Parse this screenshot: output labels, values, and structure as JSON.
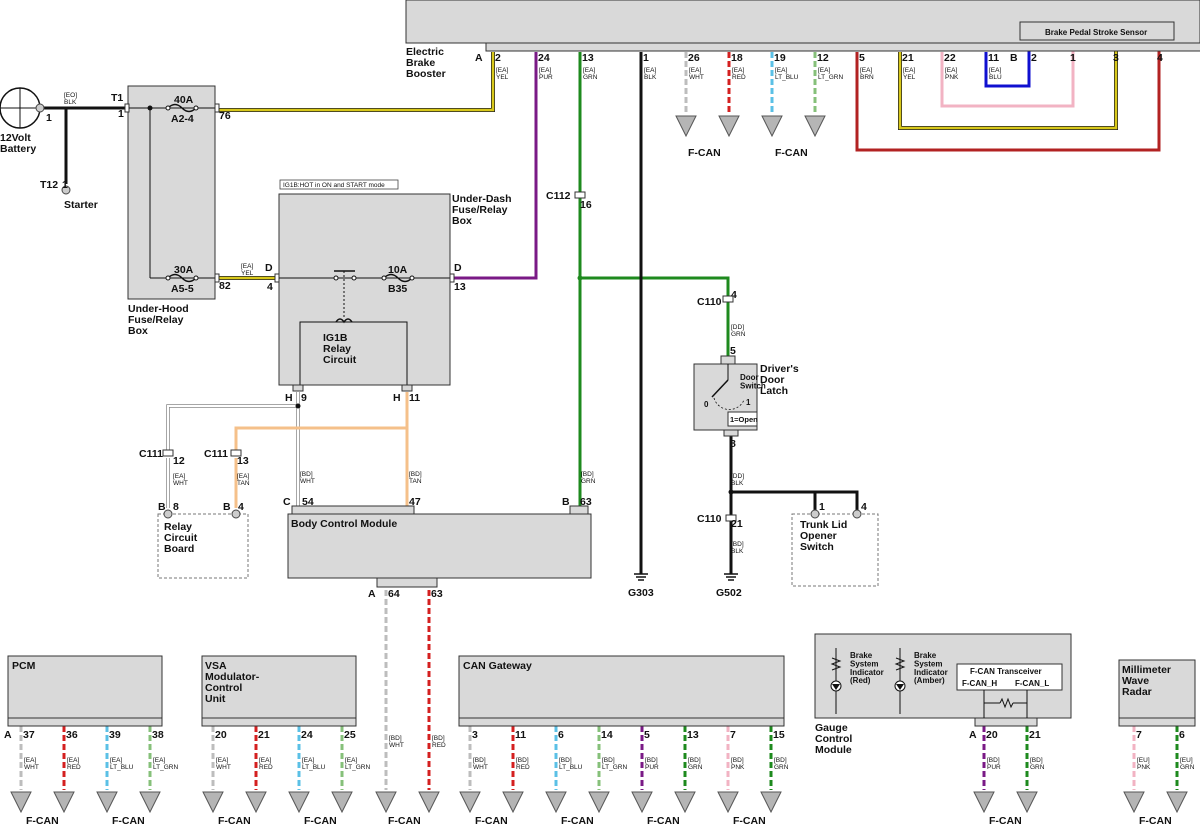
{
  "battery": {
    "name": "12Volt\nBattery",
    "pin": "1",
    "wire": "[EO]\nBLK"
  },
  "starter": {
    "conn": "T12",
    "pin": "1",
    "name": "Starter"
  },
  "t1": {
    "conn": "T1",
    "pin": "1"
  },
  "underhood": {
    "name": "Under-Hood\nFuse/Relay\nBox",
    "fuse1_amp": "40A",
    "fuse1_id": "A2-4",
    "pin1": "76",
    "fuse2_amp": "30A",
    "fuse2_id": "A5-5",
    "pin2": "82",
    "wire_out": "[EA]\nYEL"
  },
  "underdash": {
    "name": "Under-Dash\nFuse/Relay\nBox",
    "note": "IG1B:HOT in ON and START mode",
    "conn_in": "D",
    "pin_in": "4",
    "fuse_amp": "10A",
    "fuse_id": "B35",
    "conn_out": "D",
    "pin_out": "13",
    "relay": "IG1B\nRelay\nCircuit",
    "bottom_left_conn": "H",
    "bottom_left_pin": "9",
    "bottom_right_conn": "H",
    "bottom_right_pin": "11"
  },
  "ebb": {
    "name": "Electric\nBrake\nBooster",
    "conn": "A",
    "pins": [
      {
        "pin": "2",
        "wire": "[EA]\nYEL"
      },
      {
        "pin": "24",
        "wire": "[EA]\nPUR"
      },
      {
        "pin": "13",
        "wire": "[EA]\nGRN"
      },
      {
        "pin": "1",
        "wire": "[EA]\nBLK"
      },
      {
        "pin": "26",
        "wire": "[EA]\nWHT"
      },
      {
        "pin": "18",
        "wire": "[EA]\nRED"
      },
      {
        "pin": "19",
        "wire": "[EA]\nLT_BLU"
      },
      {
        "pin": "12",
        "wire": "[EA]\nLT_GRN"
      },
      {
        "pin": "5",
        "wire": "[EA]\nBRN"
      },
      {
        "pin": "21",
        "wire": "[EA]\nYEL"
      },
      {
        "pin": "22",
        "wire": "[EA]\nPNK"
      },
      {
        "pin": "11",
        "wire": "[EA]\nBLU"
      }
    ],
    "fcan_label_1": "F-CAN",
    "fcan_label_2": "F-CAN"
  },
  "bpss": {
    "name": "Brake Pedal Stroke Sensor",
    "conn": "B",
    "pins": [
      "2",
      "1",
      "3",
      "4"
    ]
  },
  "c112": {
    "conn": "C112",
    "pin": "16"
  },
  "c110a": {
    "conn": "C110",
    "pin": "4",
    "wire": "[DD]\nGRN"
  },
  "door": {
    "name": "Driver's\nDoor\nLatch",
    "switch": "Door\nSwitch",
    "pos0": "0",
    "pos1": "1",
    "open": "1=Open",
    "pin_top": "5",
    "pin_bottom": "8",
    "wire_bottom": "[DD]\nBLK"
  },
  "c110b": {
    "conn": "C110",
    "pin": "21",
    "wire": "[BD]\nBLK"
  },
  "trunk": {
    "name": "Trunk Lid\nOpener\nSwitch",
    "pin1": "1",
    "pin2": "4"
  },
  "grounds": {
    "g303": "G303",
    "g502": "G502"
  },
  "c111a": {
    "conn": "C111",
    "pin": "12",
    "wire": "[EA]\nWHT"
  },
  "c111b": {
    "conn": "C111",
    "pin": "13",
    "wire": "[EA]\nTAN"
  },
  "rcb": {
    "name": "Relay\nCircuit\nBoard",
    "pin1_conn": "B",
    "pin1": "8",
    "pin2_conn": "B",
    "pin2": "4"
  },
  "bcm": {
    "name": "Body Control Module",
    "c_conn": "C",
    "c_pin54": "54",
    "c_pin47": "47",
    "b_conn": "B",
    "b_pin63": "63",
    "wire54": "[BD]\nWHT",
    "wire47": "[BD]\nTAN",
    "wire63": "[BD]\nGRN",
    "a_conn": "A",
    "a_pin64": "64",
    "a_pin63": "63",
    "wire_a64": "[BD]\nWHT",
    "wire_a63": "[BD]\nRED",
    "fcan": "F-CAN"
  },
  "pcm": {
    "name": "PCM",
    "conn": "A",
    "pins": [
      {
        "pin": "37",
        "wire": "[EA]\nWHT"
      },
      {
        "pin": "36",
        "wire": "[EA]\nRED"
      },
      {
        "pin": "39",
        "wire": "[EA]\nLT_BLU"
      },
      {
        "pin": "38",
        "wire": "[EA]\nLT_GRN"
      }
    ],
    "fcan1": "F-CAN",
    "fcan2": "F-CAN"
  },
  "vsa": {
    "name": "VSA\nModulator-\nControl\nUnit",
    "pins": [
      {
        "pin": "20",
        "wire": "[EA]\nWHT"
      },
      {
        "pin": "21",
        "wire": "[EA]\nRED"
      },
      {
        "pin": "24",
        "wire": "[EA]\nLT_BLU"
      },
      {
        "pin": "25",
        "wire": "[EA]\nLT_GRN"
      }
    ],
    "fcan1": "F-CAN",
    "fcan2": "F-CAN"
  },
  "gateway": {
    "name": "CAN Gateway",
    "pins": [
      {
        "pin": "3",
        "wire": "[BD]\nWHT"
      },
      {
        "pin": "11",
        "wire": "[BD]\nRED"
      },
      {
        "pin": "6",
        "wire": "[BD]\nLT_BLU"
      },
      {
        "pin": "14",
        "wire": "[BD]\nLT_GRN"
      },
      {
        "pin": "5",
        "wire": "[BD]\nPUR"
      },
      {
        "pin": "13",
        "wire": "[BD]\nGRN"
      },
      {
        "pin": "7",
        "wire": "[BD]\nPNK"
      },
      {
        "pin": "15",
        "wire": "[BD]\nGRN"
      }
    ],
    "fcan1": "F-CAN",
    "fcan2": "F-CAN",
    "fcan3": "F-CAN",
    "fcan4": "F-CAN"
  },
  "gauge": {
    "name": "Gauge\nControl\nModule",
    "ind_red": "Brake\nSystem\nIndicator\n(Red)",
    "ind_amber": "Brake\nSystem\nIndicator\n(Amber)",
    "transceiver": "F-CAN Transceiver",
    "can_h": "F-CAN_H",
    "can_l": "F-CAN_L",
    "conn": "A",
    "pins": [
      {
        "pin": "20",
        "wire": "[BD]\nPUR"
      },
      {
        "pin": "21",
        "wire": "[BD]\nGRN"
      }
    ],
    "fcan": "F-CAN"
  },
  "radar": {
    "name": "Millimeter\nWave\nRadar",
    "pins": [
      {
        "pin": "7",
        "wire": "[EU]\nPNK"
      },
      {
        "pin": "6",
        "wire": "[EU]\nGRN"
      }
    ],
    "fcan": "F-CAN"
  },
  "colors": {
    "yel": "#d8c81a",
    "pur": "#7a1a86",
    "grn": "#1e8a1e",
    "blk": "#111111",
    "wht": "#bdbdbd",
    "red": "#d42020",
    "ltblu": "#5bc0e6",
    "ltgrn": "#86c07a",
    "brn": "#b22222",
    "pnk": "#f2b3c3",
    "blu": "#1010d0",
    "tan": "#f5c08a"
  }
}
